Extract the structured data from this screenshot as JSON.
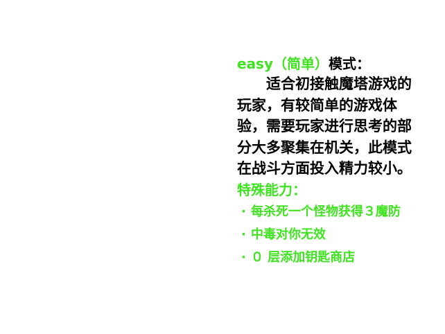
{
  "mode": {
    "name": "easy（简单）",
    "suffix": "模式：",
    "description": "适合初接触魔塔游戏的玩家，有较简单的游戏体验，需要玩家进行思考的部分大多聚集在机关，此模式在战斗方面投入精力较小。"
  },
  "abilities": {
    "title": "特殊能力：",
    "bullet": "·",
    "items": [
      "每杀死一个怪物获得３魔防",
      "中毒对你无效",
      "０ 层添加钥匙商店"
    ]
  },
  "colors": {
    "accent": "#3fe320",
    "text": "#000000",
    "background": "#ffffff"
  }
}
